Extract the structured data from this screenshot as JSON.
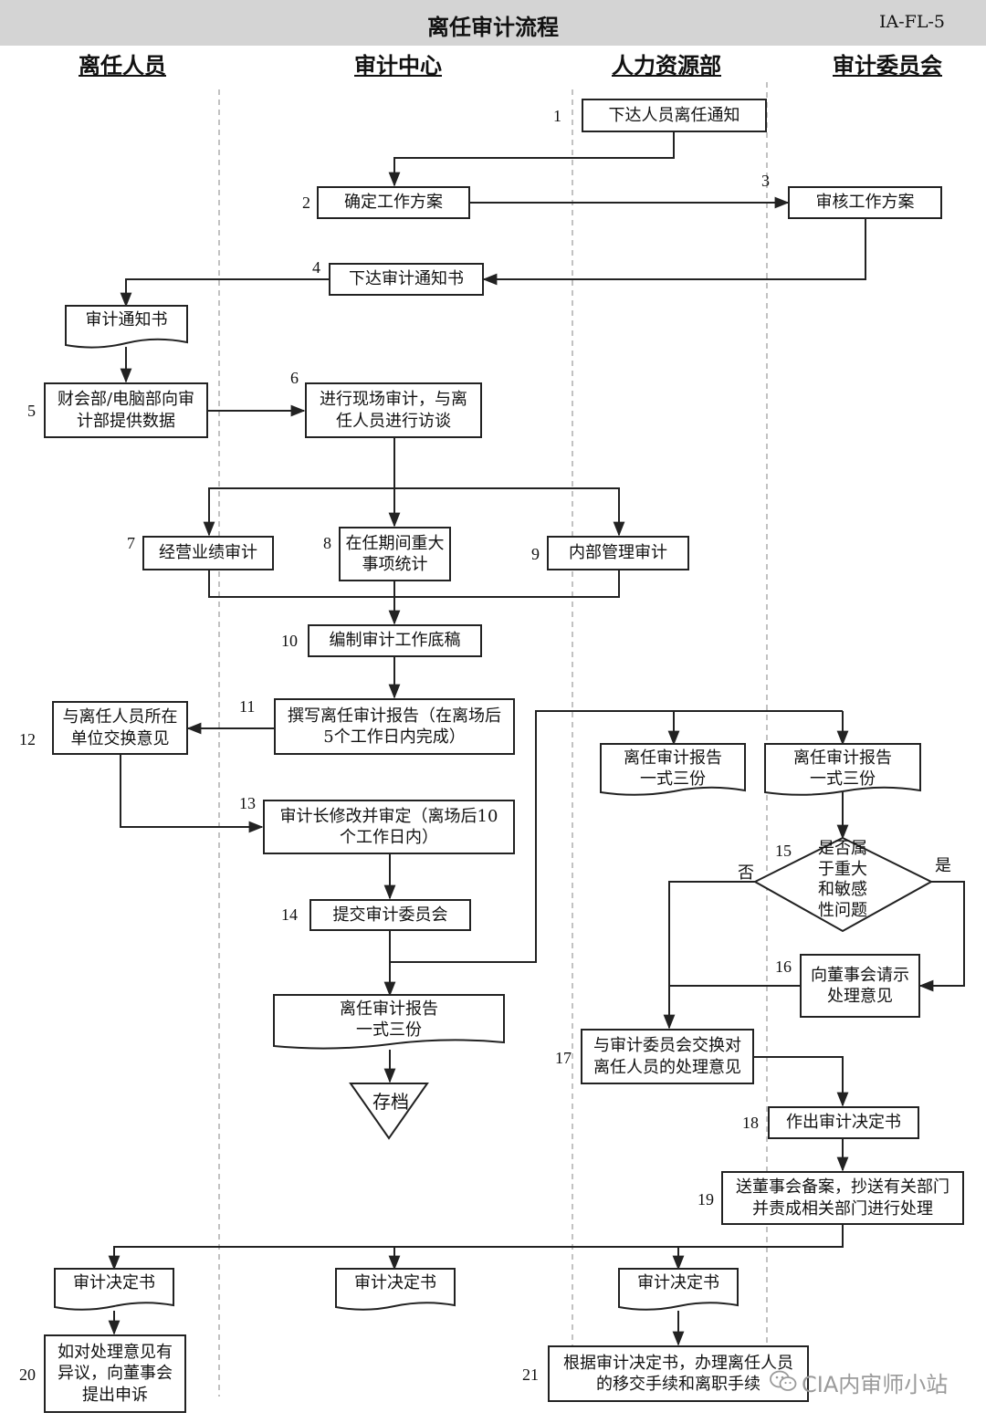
{
  "header": {
    "title": "离任审计流程",
    "code": "IA-FL-5"
  },
  "lanes": [
    "离任人员",
    "审计中心",
    "人力资源部",
    "审计委员会"
  ],
  "steps": {
    "s1": "下达人员离任通知",
    "s2": "确定工作方案",
    "s3": "审核工作方案",
    "s4": "下达审计通知书",
    "doc_notice": "审计通知书",
    "s5": "财会部/电脑部向审\n计部提供数据",
    "s6": "进行现场审计，与离\n任人员进行访谈",
    "s7": "经营业绩审计",
    "s8": "在任期间重大\n事项统计",
    "s9": "内部管理审计",
    "s10": "编制审计工作底稿",
    "s11": "撰写离任审计报告（在离场后\n5个工作日内完成）",
    "s12": "与离任人员所在\n单位交换意见",
    "s13": "审计长修改并审定（离场后10\n个工作日内）",
    "s14": "提交审计委员会",
    "doc_report_center": "离任审计报告\n一式三份",
    "archive": "存档",
    "doc_report_hr": "离任审计报告\n一式三份",
    "doc_report_committee": "离任审计报告\n一式三份",
    "s15": "是否属\n于重大\n和敏感\n性问题",
    "s15_yes": "是",
    "s15_no": "否",
    "s16": "向董事会请示\n处理意见",
    "s17": "与审计委员会交换对\n离任人员的处理意见",
    "s18": "作出审计决定书",
    "s19": "送董事会备案，抄送有关部门\n并责成相关部门进行处理",
    "doc_decision_1": "审计决定书",
    "doc_decision_2": "审计决定书",
    "doc_decision_3": "审计决定书",
    "s20": "如对处理意见有\n异议，向董事会\n提出申诉",
    "s21": "根据审计决定书，办理离任人员\n的移交手续和离职手续"
  },
  "numbers": {
    "n1": "1",
    "n2": "2",
    "n3": "3",
    "n4": "4",
    "n5": "5",
    "n6": "6",
    "n7": "7",
    "n8": "8",
    "n9": "9",
    "n10": "10",
    "n11": "11",
    "n12": "12",
    "n13": "13",
    "n14": "14",
    "n15": "15",
    "n16": "16",
    "n17": "17",
    "n18": "18",
    "n19": "19",
    "n20": "20",
    "n21": "21"
  },
  "watermark": "CIA内审师小站",
  "colors": {
    "header_bg": "#d4d4d4",
    "line": "#222222",
    "divider": "#999999",
    "watermark": "#9a9a9a"
  }
}
